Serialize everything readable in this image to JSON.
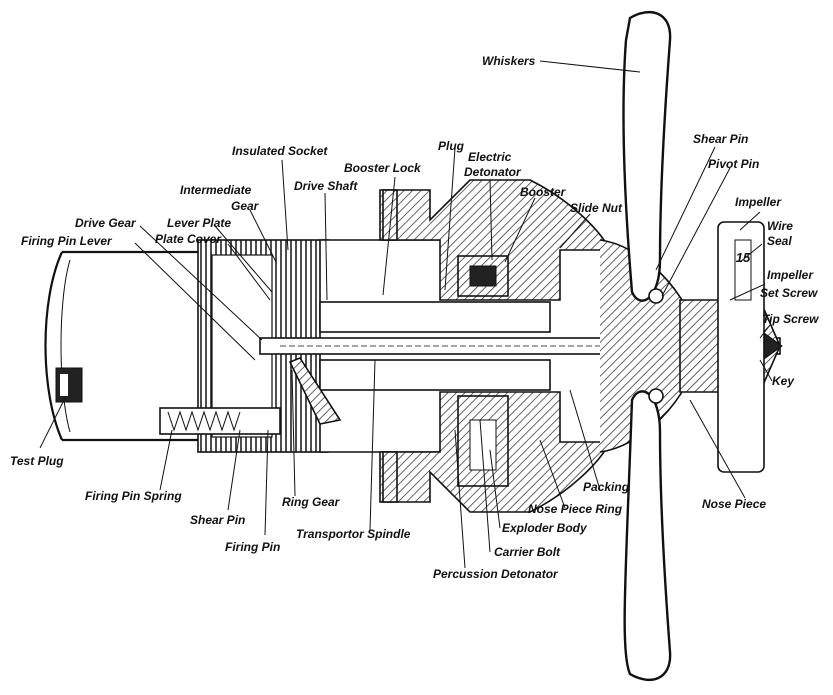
{
  "diagram": {
    "labels": {
      "whiskers": "Whiskers",
      "shear_pin_top": "Shear Pin",
      "pivot_pin": "Pivot Pin",
      "impeller": "Impeller",
      "wire_seal": "Wire\nSeal",
      "impeller_set_screw": "Impeller\nSet Screw",
      "tip_screw": "Tip Screw",
      "key": "Key",
      "nose_piece": "Nose Piece",
      "packing": "Packing",
      "nose_piece_ring": "Nose Piece Ring",
      "exploder_body": "Exploder Body",
      "carrier_bolt": "Carrier Bolt",
      "percussion_detonator": "Percussion Detonator",
      "transportor_spindle": "Transportor Spindle",
      "ring_gear": "Ring Gear",
      "firing_pin": "Firing Pin",
      "shear_pin_bottom": "Shear Pin",
      "firing_pin_spring": "Firing Pin Spring",
      "test_plug": "Test Plug",
      "firing_pin_lever": "Firing Pin Lever",
      "drive_gear": "Drive Gear",
      "lever_plate": "Lever Plate",
      "plate_cover": "Plate Cover",
      "intermediate_gear": "Intermediate\nGear",
      "insulated_socket": "Insulated Socket",
      "drive_shaft": "Drive Shaft",
      "booster_lock": "Booster Lock",
      "plug": "Plug",
      "electric_detonator": "Electric\nDetonator",
      "booster": "Booster",
      "slide_nut": "Slide Nut"
    },
    "impeller_number": "15"
  }
}
